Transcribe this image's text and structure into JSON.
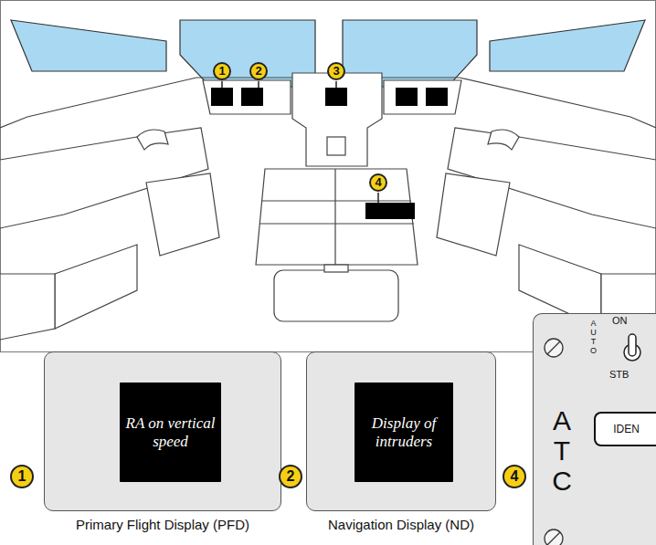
{
  "diagram": {
    "nodes": [
      {
        "text": [
          "Primary Flight Display (PFD)"
        ]
      },
      {
        "text": [
          "RA on vertical speed"
        ],
        "in": 0
      },
      {
        "text": [
          "Navigation Display (ND)"
        ]
      },
      {
        "text": [
          "Display of intruders"
        ],
        "in": 2
      },
      {
        "text": [
          "ATC"
        ]
      },
      {
        "text": [
          "IDEN"
        ],
        "in": 4
      }
    ],
    "labels": [
      "1",
      "2",
      "3",
      "4",
      "1",
      "2",
      "4",
      "AUTO",
      "ON",
      "STB"
    ]
  }
}
